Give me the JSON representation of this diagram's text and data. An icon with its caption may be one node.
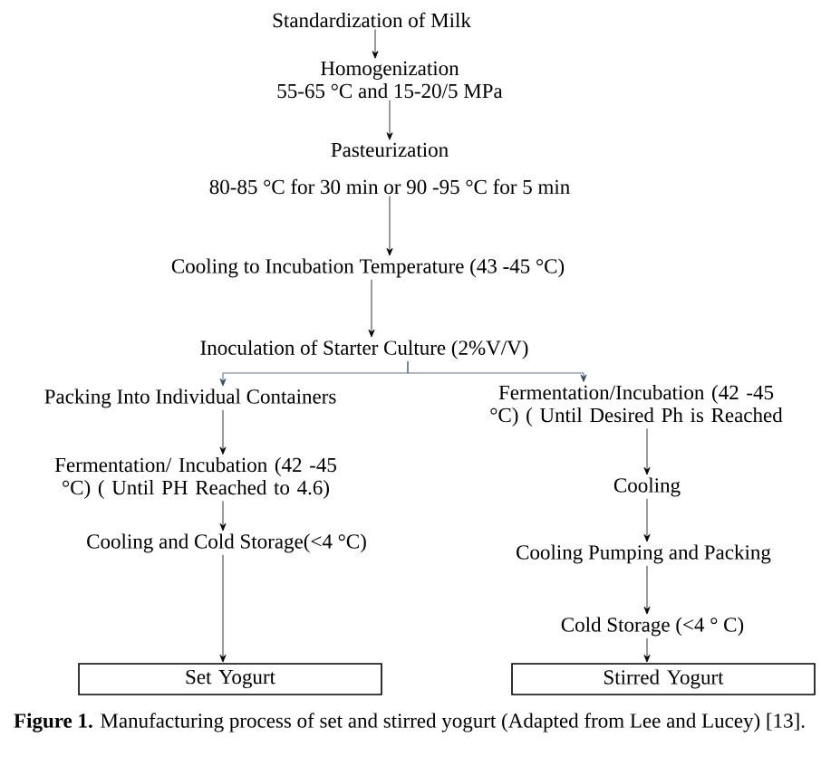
{
  "diagram": {
    "caption": "**Figure 1.** Manufacturing process of set and stirred yogurt (Adapted from Lee and Lucey) [13].",
    "nodes": [
      {
        "text": [
          "Standardization of Milk"
        ]
      },
      {
        "text": [
          "Homogenization",
          "55-65 °C and 15-20/5 MPa"
        ]
      },
      {
        "text": [
          "Pasteurization",
          "80-85 °C for 30 min or 90 -95 °C for 5 min"
        ]
      },
      {
        "text": [
          "Cooling to Incubation Temperature (43  -45 °C)"
        ]
      },
      {
        "text": [
          "Inoculation of Starter Culture (2%V/V)"
        ]
      },
      {
        "text": [
          "Packing Into Individual Containers"
        ]
      },
      {
        "text": [
          "Fermentation/Incubation (42 -45 °C) ( Until Desired Ph is  Reached"
        ]
      },
      {
        "text": [
          "Fermentation/ Incubation (42 -45 °C) ( Until PH  Reached to 4.6)"
        ]
      },
      {
        "text": [
          "Cooling"
        ]
      },
      {
        "text": [
          "Cooling and Cold Storage(<4  °C)"
        ]
      },
      {
        "text": [
          "Cooling Pumping and  Packing"
        ]
      },
      {
        "text": [
          "Cold Storage (<4 ° C)"
        ]
      },
      {
        "text": [
          "Set Yogurt"
        ]
      },
      {
        "text": [
          "Stirred Yogurt"
        ]
      }
    ],
    "edges": [
      {
        "from": 0,
        "to": 1,
        "arrow": "to"
      },
      {
        "from": 1,
        "to": 2,
        "arrow": "to"
      },
      {
        "from": 2,
        "to": 3,
        "arrow": "to"
      },
      {
        "from": 3,
        "to": 4,
        "arrow": "to"
      },
      {
        "from": 4,
        "to": 5,
        "arrow": "to",
        "color": "#2e4a6e"
      },
      {
        "from": 4,
        "to": 6,
        "arrow": "to",
        "color": "#2e4a6e"
      },
      {
        "from": 5,
        "to": 7,
        "arrow": "to"
      },
      {
        "from": 7,
        "to": 9,
        "arrow": "to"
      },
      {
        "from": 9,
        "to": 12,
        "arrow": "to"
      },
      {
        "from": 6,
        "to": 8,
        "arrow": "to"
      },
      {
        "from": 8,
        "to": 10,
        "arrow": "to"
      },
      {
        "from": 10,
        "to": 11,
        "arrow": "to"
      },
      {
        "from": 11,
        "to": 13,
        "arrow": "to"
      }
    ]
  }
}
